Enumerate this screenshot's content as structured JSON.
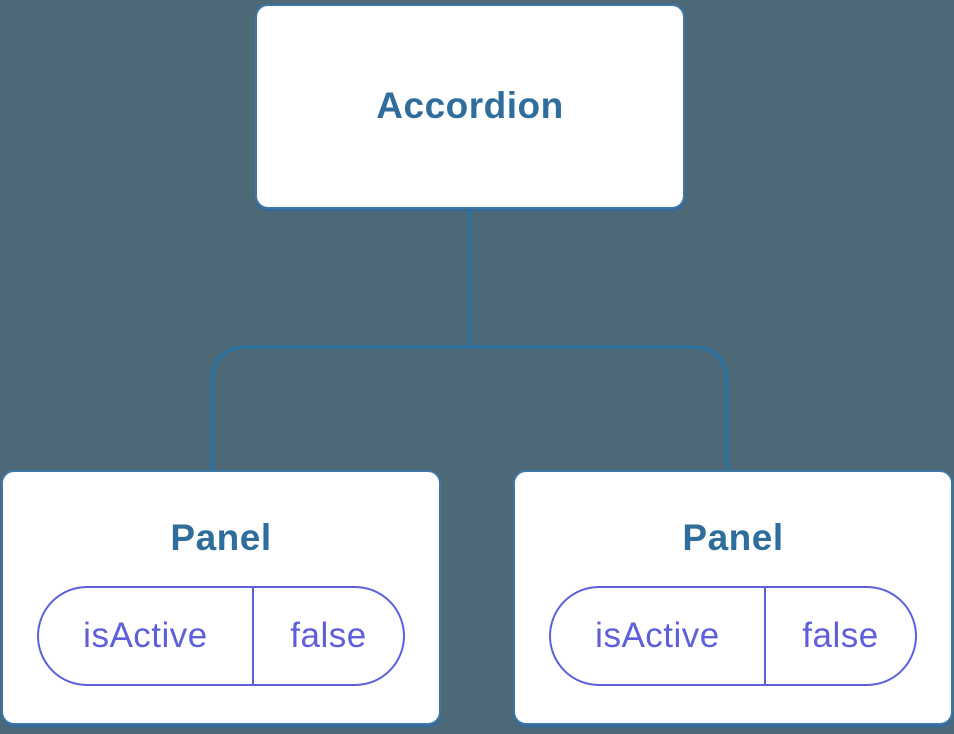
{
  "diagram": {
    "kind": "component-tree",
    "root": {
      "label": "Accordion"
    },
    "panels": [
      {
        "label": "Panel",
        "prop": {
          "name": "isActive",
          "value": "false"
        }
      },
      {
        "label": "Panel",
        "prop": {
          "name": "isActive",
          "value": "false"
        }
      }
    ]
  },
  "colors": {
    "background": "#4D6977",
    "card_fill": "#ffffff",
    "card_border": "#3D77A6",
    "title_text": "#2E6D9C",
    "connector": "#2D73A1",
    "pill_border": "#5E60DB",
    "pill_text": "#5E60DB"
  }
}
